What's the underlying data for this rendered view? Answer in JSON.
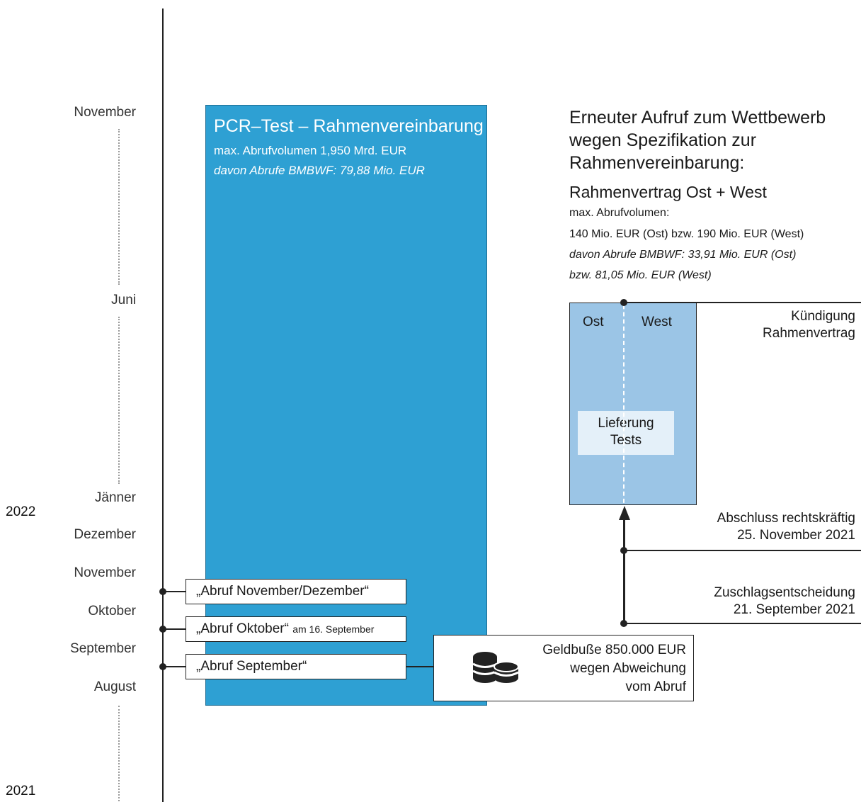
{
  "timeline": {
    "months": [
      "November",
      "Juni",
      "Jänner",
      "Dezember",
      "November",
      "Oktober",
      "September",
      "August"
    ],
    "years": [
      "2022",
      "2021"
    ]
  },
  "framework": {
    "title": "PCR–Test – Rahmenvereinbarung",
    "volume": "max. Abrufvolumen 1,950 Mrd. EUR",
    "bmbwf": "davon Abrufe BMBWF: 79,88 Mio. EUR"
  },
  "calls": [
    {
      "label": "„Abruf November/Dezember“",
      "note": ""
    },
    {
      "label": "„Abruf Oktober“",
      "note": "am 16. September"
    },
    {
      "label": "„Abruf September“",
      "note": ""
    }
  ],
  "fine": {
    "lines": [
      "Geldbuße 850.000 EUR",
      "wegen Abweichung",
      "vom Abruf"
    ],
    "icon": "coins-icon"
  },
  "tender": {
    "heading_lines": [
      "Erneuter Aufruf zum Wettbewerb",
      "wegen Spezifikation zur",
      "Rahmenvereinbarung:"
    ],
    "contract_title": "Rahmenvertrag Ost + West",
    "volume_label": "max. Abrufvolumen:",
    "volume_values": "140 Mio. EUR (Ost) bzw. 190 Mio. EUR (West)",
    "bmbwf_line1": "davon Abrufe BMBWF: 33,91 Mio. EUR (Ost)",
    "bmbwf_line2": "bzw. 81,05 Mio. EUR (West)"
  },
  "contract": {
    "east": "Ost",
    "west": "West",
    "delivery": [
      "Lieferung",
      "Tests"
    ]
  },
  "events": {
    "termination": [
      "Kündigung",
      "Rahmenvertrag"
    ],
    "conclusion": [
      "Abschluss rechtskräftig",
      "25. November 2021"
    ],
    "award": [
      "Zuschlagsentscheidung",
      "21. September 2021"
    ]
  },
  "colors": {
    "framework_fill": "#2ea0d3",
    "contract_fill": "#9bc5e6",
    "delivery_fill": "#e4f0f9"
  }
}
